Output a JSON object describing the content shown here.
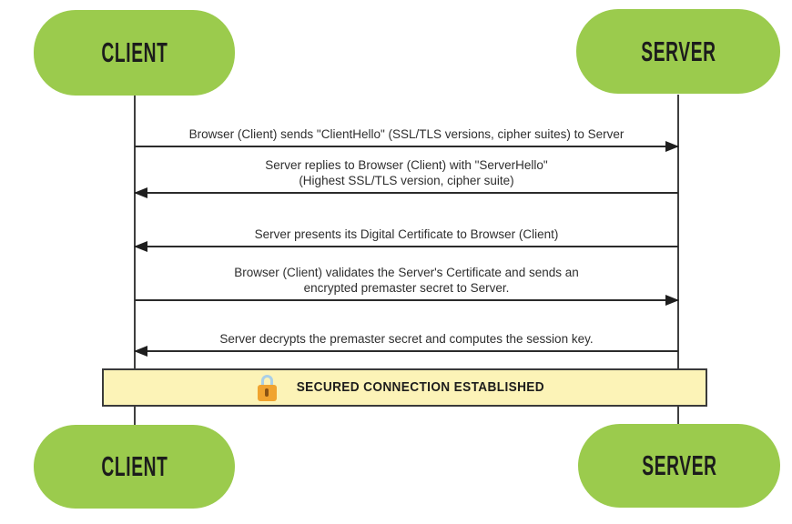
{
  "diagram": {
    "type": "sequence",
    "actors": {
      "client_top": "CLIENT",
      "server_top": "SERVER",
      "client_bottom": "CLIENT",
      "server_bottom": "SERVER"
    },
    "messages": [
      {
        "line1": "Browser (Client) sends \"ClientHello\" (SSL/TLS versions, cipher suites) to Server",
        "line2": "",
        "direction": "right"
      },
      {
        "line1": "Server replies to Browser (Client) with \"ServerHello\"",
        "line2": "(Highest SSL/TLS version, cipher suite)",
        "direction": "left"
      },
      {
        "line1": "Server presents its Digital Certificate to Browser (Client)",
        "line2": "",
        "direction": "left"
      },
      {
        "line1": "Browser (Client) validates the Server's Certificate and sends an",
        "line2": "encrypted premaster secret to Server.",
        "direction": "right"
      },
      {
        "line1": "Server decrypts the premaster secret and computes the session key.",
        "line2": "",
        "direction": "left"
      }
    ],
    "banner": {
      "label": "SECURED CONNECTION ESTABLISHED",
      "icon": "lock-icon"
    },
    "colors": {
      "actor_green": "#9BCB4D",
      "banner_yellow": "#FCF3B7",
      "banner_border": "#3A3A3A",
      "line": "#2B2B2B",
      "lock_body": "#F0A32F",
      "lock_shackle": "#A9CFE8",
      "text": "#2E2E2E"
    }
  }
}
